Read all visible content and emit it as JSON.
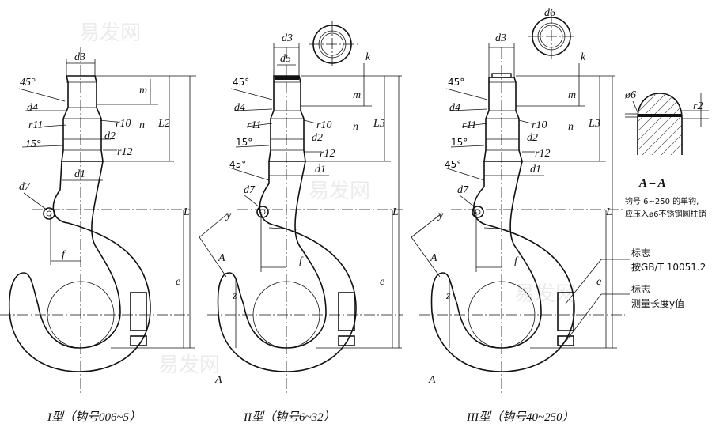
{
  "captions": {
    "type1": "I型（钩号006~5）",
    "type2": "II型（钩号6~32）",
    "type3": "III型（钩号40~250）"
  },
  "labels": {
    "angle45": "45°",
    "angle15": "15°",
    "d1": "d1",
    "d2": "d2",
    "d3": "d3",
    "d4": "d4",
    "d5": "d5",
    "d6": "d6",
    "d7": "d7",
    "r10": "r10",
    "r11": "r11",
    "r12": "r12",
    "r2": "r2",
    "m": "m",
    "n": "n",
    "k": "k",
    "L": "L",
    "L2": "L2",
    "L3": "L3",
    "e": "e",
    "f": "f",
    "y": "y",
    "z": "z",
    "A": "A",
    "phi6": "ø6"
  },
  "section": {
    "title": "A – A",
    "note_line1": "钩号 6~250 的单钩,",
    "note_line2": "应压入ø6不锈钢圆柱销"
  },
  "callouts": {
    "mark1_line1": "标志",
    "mark1_line2": "按GB/T 10051.2",
    "mark2_line1": "标志",
    "mark2_line2": "测量长度y值"
  },
  "watermark": "易发网"
}
